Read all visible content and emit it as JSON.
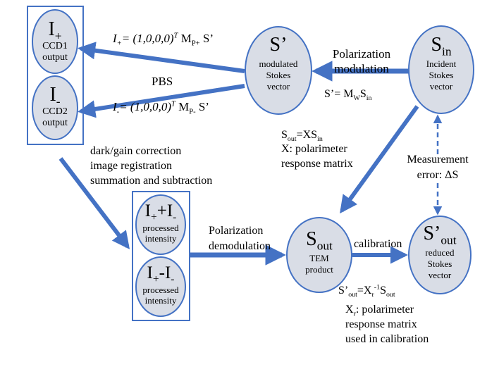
{
  "colors": {
    "node_fill": "#d9dde6",
    "node_stroke": "#4472c4",
    "arrow": "#4472c4",
    "box_stroke": "#4472c4"
  },
  "nodes": {
    "i_plus": {
      "sym": "I",
      "sym_sub": "+",
      "line1": "CCD1",
      "line2": "output"
    },
    "i_minus": {
      "sym": "I",
      "sym_sub": "-",
      "line1": "CCD2",
      "line2": "output"
    },
    "s_prime": {
      "sym": "S’",
      "line1": "modulated",
      "line2": "Stokes",
      "line3": "vector"
    },
    "s_in": {
      "sym": "S",
      "sym_sub": "in",
      "line1": "Incident",
      "line2": "Stokes",
      "line3": "vector"
    },
    "sum": {
      "a": "I",
      "a_sub": "+",
      "op": "+",
      "b": "I",
      "b_sub": "-",
      "line1": "processed",
      "line2": "intensity"
    },
    "diff": {
      "a": "I",
      "a_sub": "+",
      "op": "-",
      "b": "I",
      "b_sub": "-",
      "line1": "processed",
      "line2": "intensity"
    },
    "s_out": {
      "sym": "S",
      "sym_sub": "out",
      "line1": "TEM",
      "line2": "product"
    },
    "s_out_p": {
      "sym": "S’",
      "sym_sub": "out",
      "line1": "reduced",
      "line2": "Stokes",
      "line3": "vector"
    }
  },
  "labels": {
    "pol_mod_1": "Polarization",
    "pol_mod_2": "modulation",
    "s_prime_eq": {
      "a": "S’= M",
      "a_sub": "W",
      "b": "S",
      "b_sub": "in"
    },
    "i_plus_eq": {
      "a": "I",
      "a_sub": "+",
      "b": "= (1,0,0,0)",
      "b_sup": "T",
      "c": " M",
      "c_sub": "P+",
      "d": " S’"
    },
    "pbs": "PBS",
    "i_minus_eq": {
      "a": "I",
      "a_sub": "-",
      "b": "= (1,0,0,0)",
      "b_sup": "T",
      "c": " M",
      "c_sub": "P-",
      "d": " S’"
    },
    "proc_1": "dark/gain correction",
    "proc_2": "image registration",
    "proc_3": "summation and subtraction",
    "sout_eq": {
      "a": "S",
      "a_sub": "out",
      "b": "=XS",
      "b_sub": "in"
    },
    "x_def_1": "X: polarimeter",
    "x_def_2": "response matrix",
    "meas_1": "Measurement",
    "meas_2": "error: ΔS",
    "pol_demod_1": "Polarization",
    "pol_demod_2": "demodulation",
    "calibration": "calibration",
    "cal_eq": {
      "a": "S’",
      "a_sub": "out",
      "b": "=X",
      "b_sub": "r",
      "b_sup": "-1",
      "c": "S",
      "c_sub": "out"
    },
    "xr_1": {
      "a": "X",
      "a_sub": "r",
      "b": ": polarimeter"
    },
    "xr_2": "response matrix",
    "xr_3": "used in calibration"
  }
}
